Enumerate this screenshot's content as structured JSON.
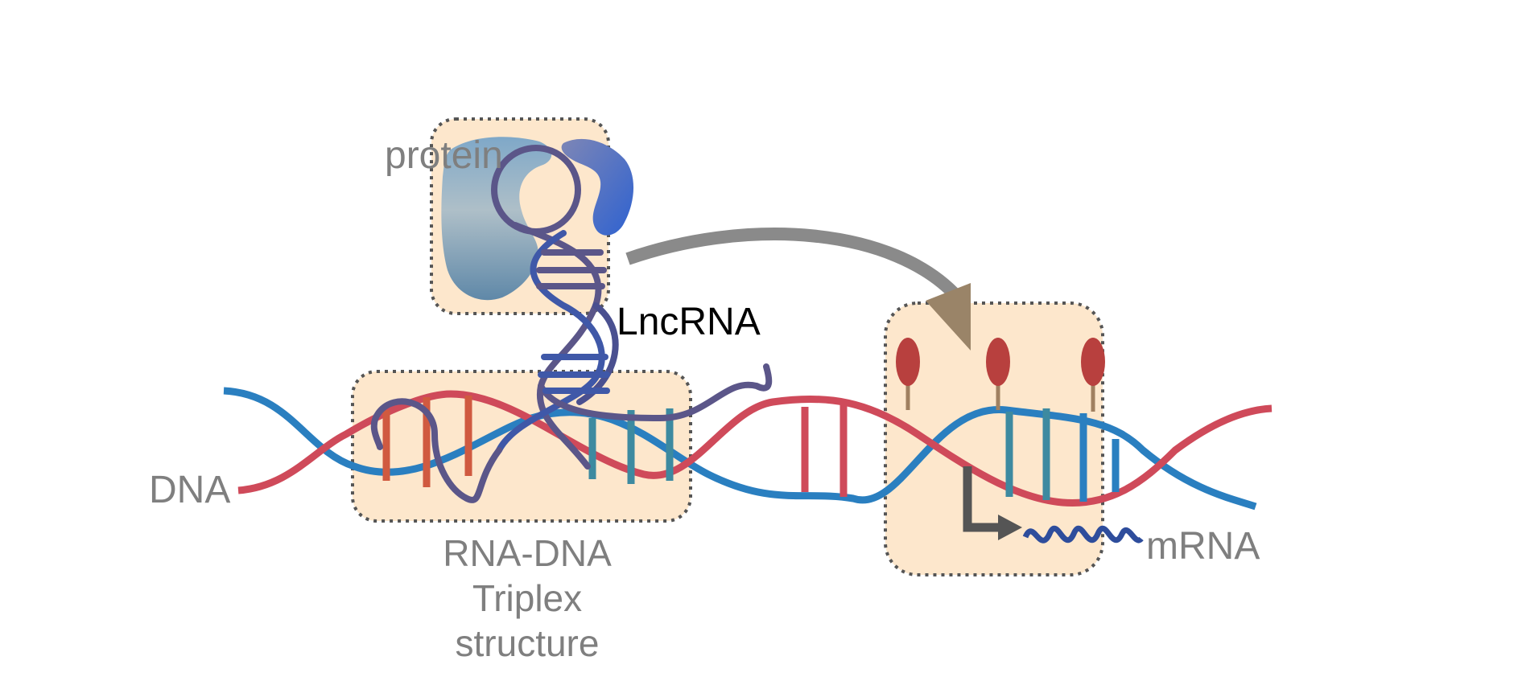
{
  "labels": {
    "protein": "protein",
    "lncrna": "LncRNA",
    "dna": "DNA",
    "mrna": "mRNA",
    "triplex": [
      "RNA-DNA",
      "Triplex",
      "structure"
    ]
  },
  "colors": {
    "dna_blue": "#2a7fc0",
    "dna_red": "#cf4a5a",
    "rna_purple": "#5b5689",
    "rna_blue": "#3f58a8",
    "box_fill": "#fde7cc",
    "box_border": "#555555",
    "arrow": "#8a8a8a",
    "marker_red": "#b8403e",
    "marker_stem": "#a08060",
    "promoter": "#555555",
    "mrna_wave": "#2e4d9c",
    "text_gray": "#7f7f7f"
  },
  "icons": {
    "protein": "protein-blob",
    "modification": "methylation-lollipop",
    "promoter": "transcription-start-arrow"
  }
}
